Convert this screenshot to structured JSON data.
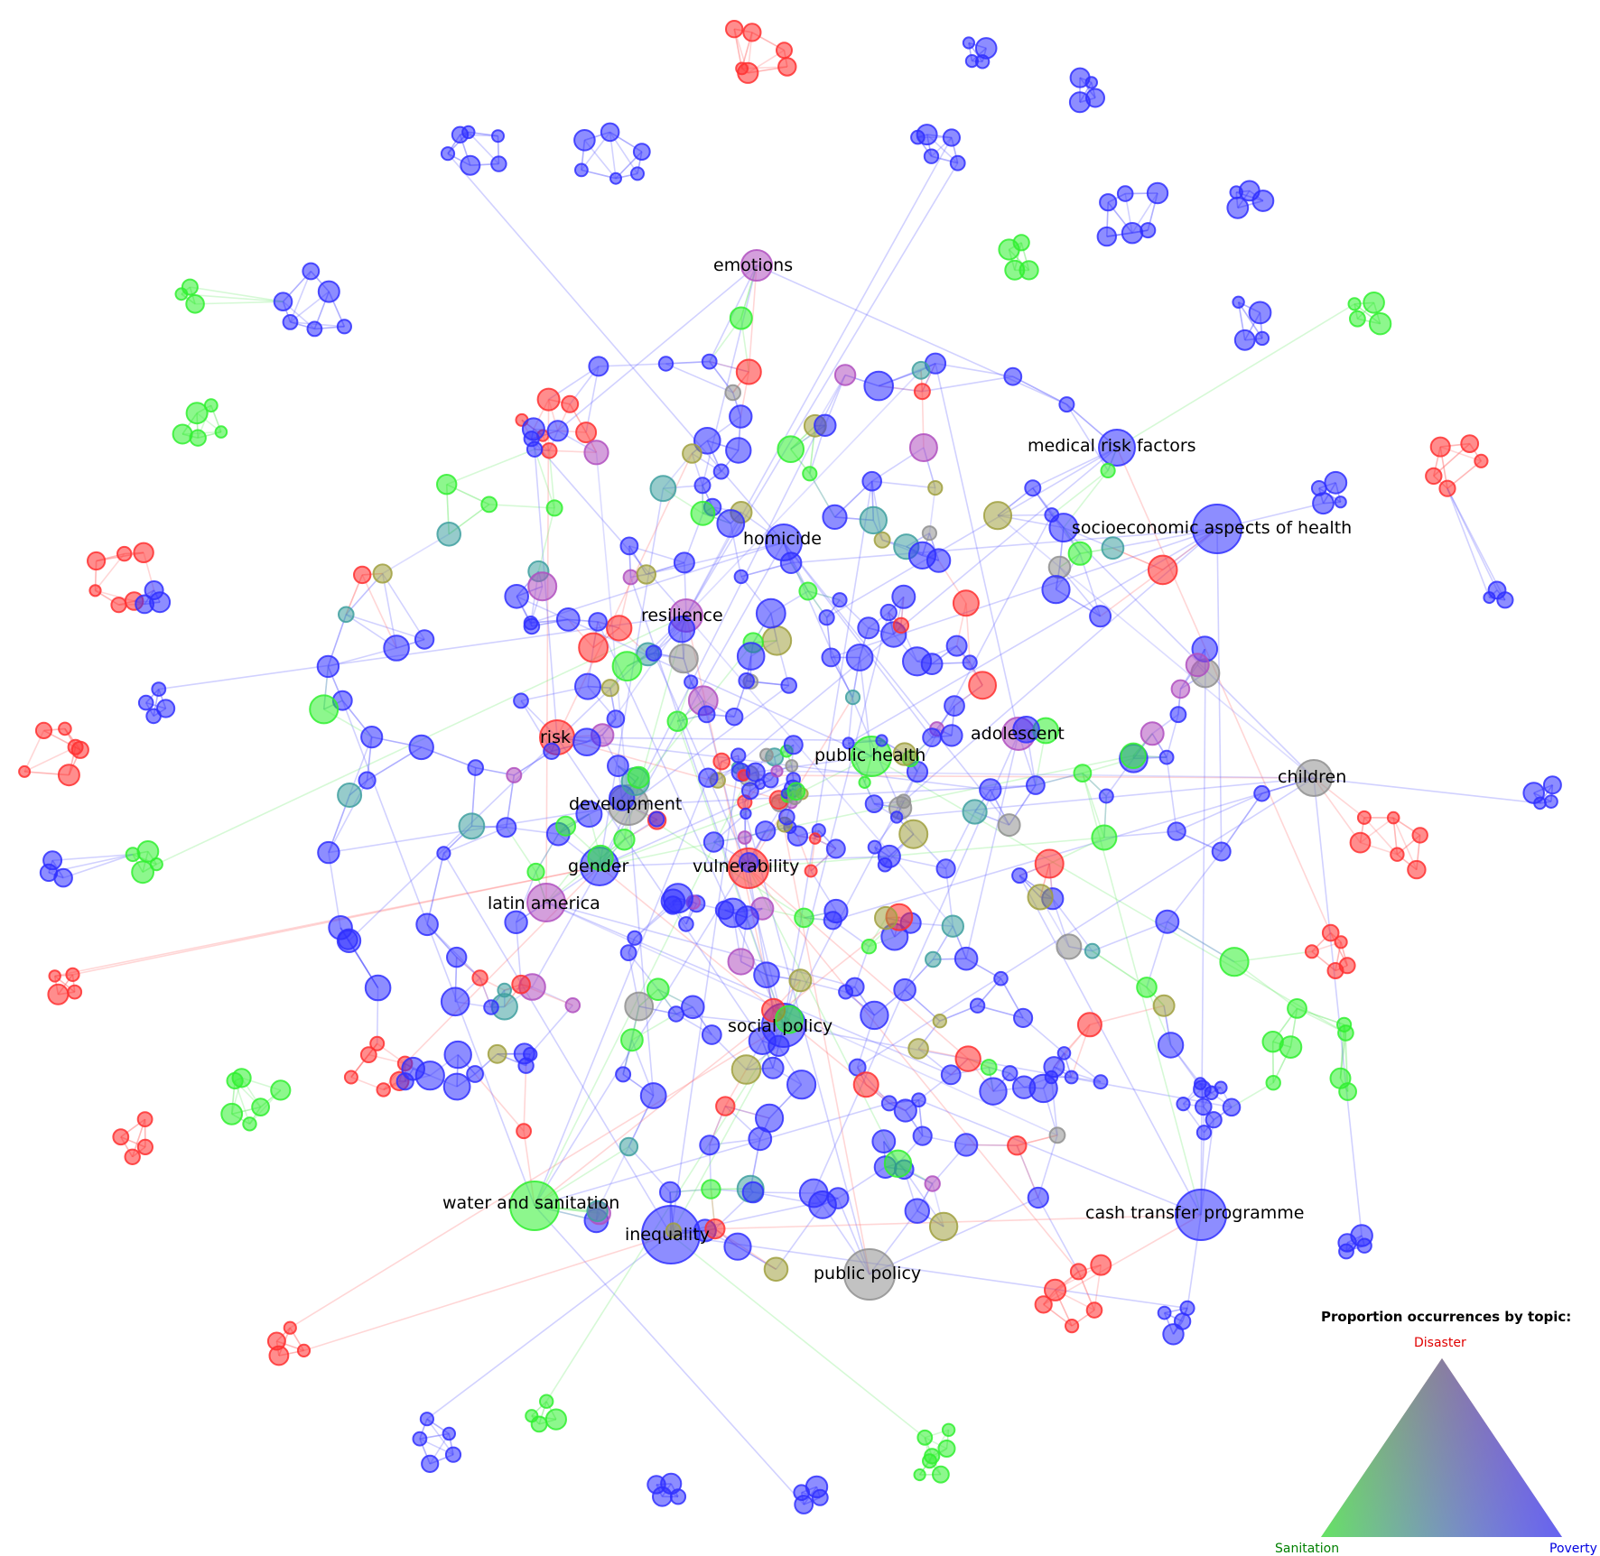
{
  "labels": {
    "emotions": "emotions",
    "medical_risk_factors": "medical risk factors",
    "socioeconomic_aspects_of_health": "socioeconomic aspects of health",
    "homicide": "homicide",
    "resilience": "resilience",
    "adolescent": "adolescent",
    "risk": "risk",
    "public_health": "public health",
    "children": "children",
    "development": "development",
    "gender": "gender",
    "vulnerability": "vulnerability",
    "latin_america": "latin america",
    "social_policy": "social policy",
    "water_and_sanitation": "water and sanitation",
    "cash_transfer_programme": "cash transfer programme",
    "inequality": "inequality",
    "public_policy": "public policy"
  },
  "legend": {
    "title": "Proportion occurrences by topic:",
    "disaster": "Disaster",
    "sanitation": "Sanitation",
    "poverty": "Poverty"
  },
  "colors": {
    "disaster": "#ff3030",
    "sanitation": "#30f030",
    "poverty": "#3030ff",
    "mixed_purple": "#b050c0",
    "mixed_teal": "#40a0a0",
    "mixed_olive": "#a0a040",
    "mixed_gray": "#909090",
    "disaster_text": "#e00000",
    "sanitation_text": "#008000",
    "poverty_text": "#0000e0"
  }
}
